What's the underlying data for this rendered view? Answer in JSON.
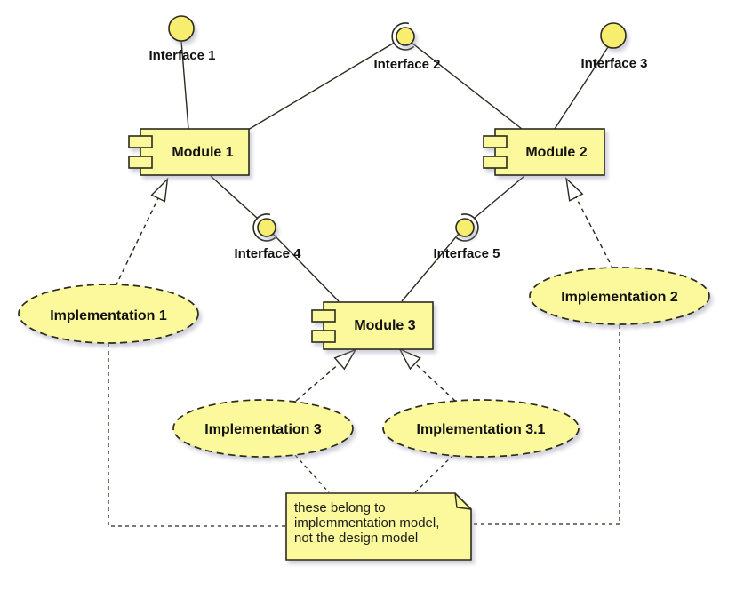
{
  "diagram": {
    "type": "uml-component-diagram",
    "background_color": "#ffffff",
    "node_fill_color": "#FBF99C",
    "ball_fill_color": "#F7EE6F",
    "stroke_color": "#2b2b1e",
    "text_color": "#121212",
    "modules": [
      {
        "label": "Module 1"
      },
      {
        "label": "Module 2"
      },
      {
        "label": "Module 3"
      }
    ],
    "interfaces": [
      {
        "label": "Interface 1",
        "connector": "ball"
      },
      {
        "label": "Interface 2",
        "connector": "ball-and-socket"
      },
      {
        "label": "Interface 3",
        "connector": "ball"
      },
      {
        "label": "Interface 4",
        "connector": "ball-and-socket"
      },
      {
        "label": "Interface 5",
        "connector": "ball-and-socket"
      }
    ],
    "implementations": [
      {
        "label": "Implementation 1"
      },
      {
        "label": "Implementation 2"
      },
      {
        "label": "Implementation 3"
      },
      {
        "label": "Implementation 3.1"
      }
    ],
    "note": {
      "lines": [
        "these belong to",
        "implemmentation model,",
        "not the design model"
      ]
    },
    "relations": [
      "Module 1 provides Interface 1",
      "Module 1 provides Interface 2 required by Module 2",
      "Module 2 provides Interface 3",
      "Module 3 provides Interface 4 required by Module 1",
      "Module 3 provides Interface 5 required by Module 2",
      "Implementation 1 realizes Module 1",
      "Implementation 2 realizes Module 2",
      "Implementation 3 realizes Module 3",
      "Implementation 3.1 realizes Module 3",
      "note attached to Implementation 1, Implementation 2, Implementation 3, Implementation 3.1"
    ]
  }
}
